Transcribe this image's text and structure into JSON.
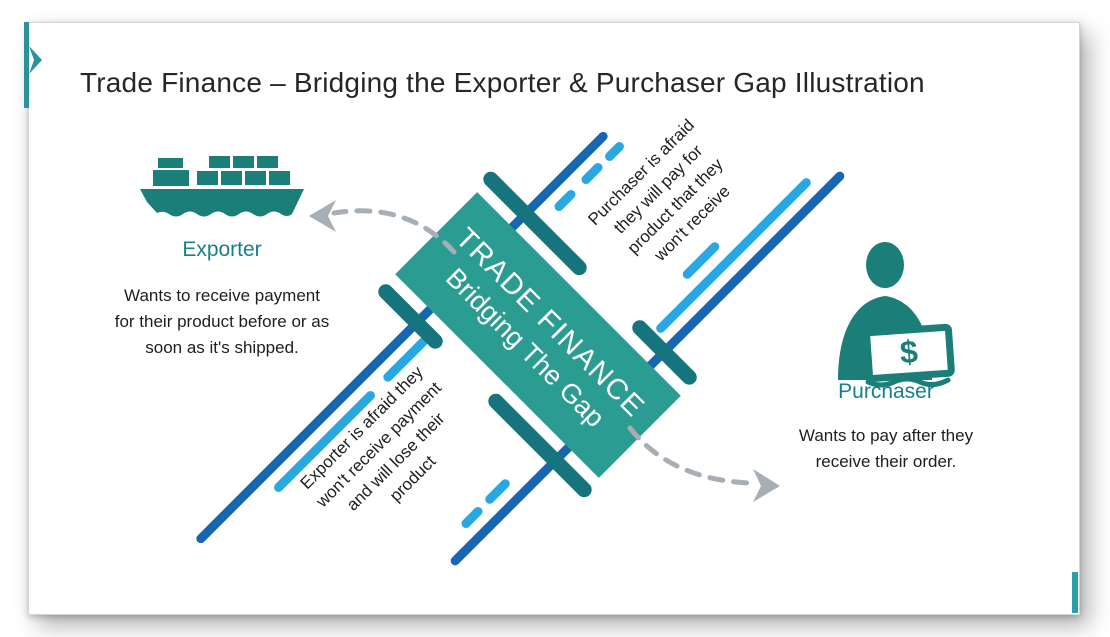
{
  "page": {
    "title": "Trade Finance – Bridging the Exporter & Purchaser Gap Illustration"
  },
  "banner": {
    "line1": "TRADE FINANCE",
    "line2": "Bridging The Gap"
  },
  "exporter": {
    "label": "Exporter",
    "description": "Wants to receive payment for their product before or as soon as it's shipped.",
    "fear_lines": [
      "Exporter is afraid they",
      "won't receive payment",
      "and will lose their",
      "product"
    ],
    "icon": "cargo-ship"
  },
  "purchaser": {
    "label": "Purchaser",
    "description": "Wants to pay after they receive their order.",
    "fear_lines": [
      "Purchaser is afraid",
      "they will pay for",
      "product that they",
      "won't receive"
    ],
    "icon": "person-with-dollar-bill"
  },
  "colors": {
    "banner_teal": "#2b9c92",
    "rail_teal": "#15747c",
    "icon_teal": "#1b7e78",
    "label_teal": "#177f8e",
    "dark_blue": "#1766b2",
    "light_blue": "#29a7e2",
    "arrow_gray": "#a7aeb5",
    "edge_accent_teal": "#2b919b",
    "title_color": "#262626"
  }
}
